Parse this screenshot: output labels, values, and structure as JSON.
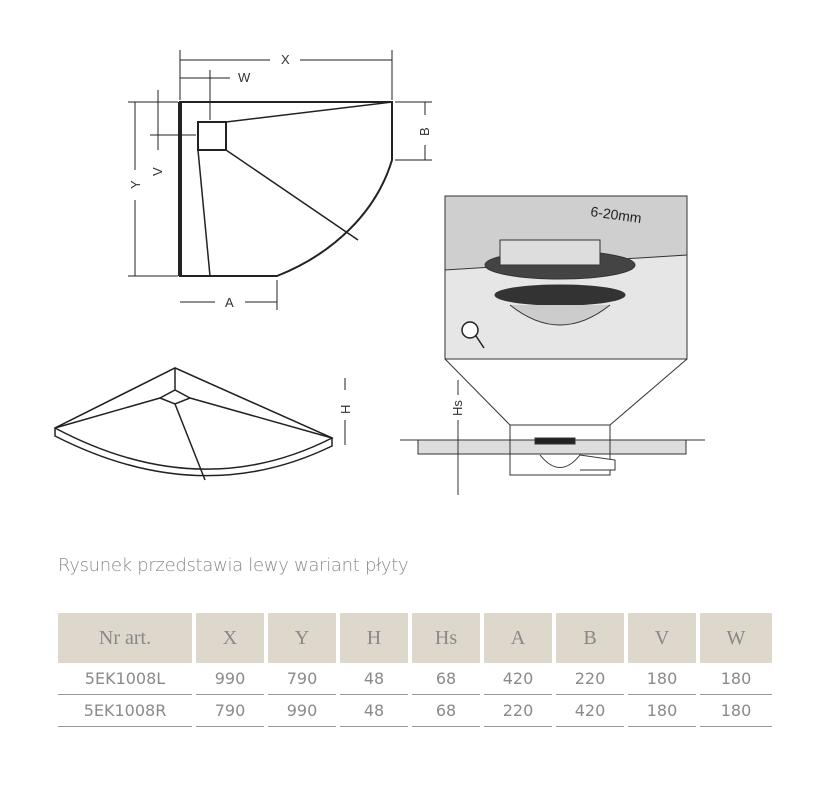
{
  "drawing": {
    "labels": {
      "x": "X",
      "w": "W",
      "y": "Y",
      "v": "V",
      "a": "A",
      "b": "B",
      "h": "H",
      "hs": "Hs",
      "gap": "6-20mm"
    }
  },
  "caption": "Rysunek przedstawia lewy wariant płyty",
  "table": {
    "headers": [
      "Nr art.",
      "X",
      "Y",
      "H",
      "Hs",
      "A",
      "B",
      "V",
      "W"
    ],
    "rows": [
      [
        "5EK1008L",
        "990",
        "790",
        "48",
        "68",
        "420",
        "220",
        "180",
        "180"
      ],
      [
        "5EK1008R",
        "790",
        "990",
        "48",
        "68",
        "220",
        "420",
        "180",
        "180"
      ]
    ]
  }
}
